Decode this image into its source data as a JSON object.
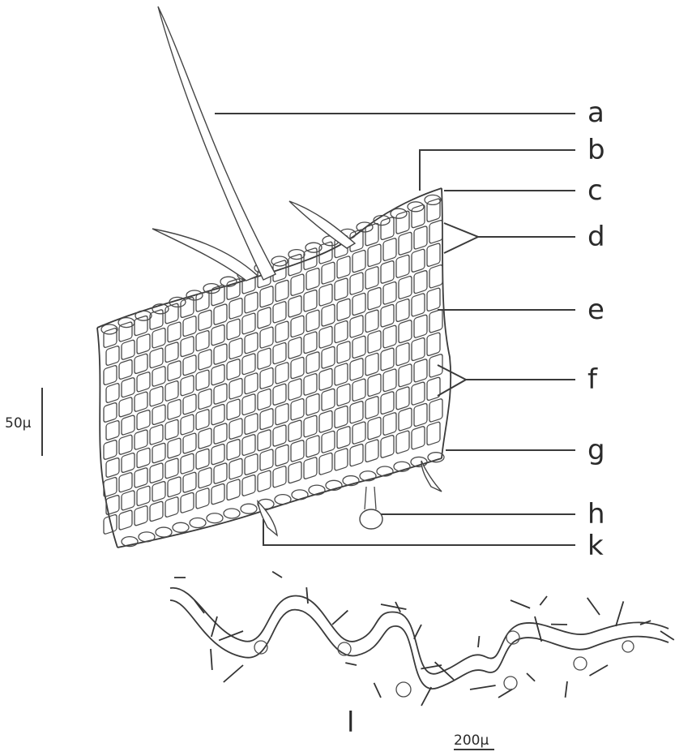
{
  "labels": {
    "a": "a",
    "b": "b",
    "c": "c",
    "d": "d",
    "e": "e",
    "f": "f",
    "g": "g",
    "h": "h",
    "k": "k",
    "l": "l"
  },
  "scale_bars": {
    "large": "50μ",
    "small": "200μ"
  },
  "colors": {
    "ink": "#2a2a2a",
    "paper": "#ffffff"
  }
}
